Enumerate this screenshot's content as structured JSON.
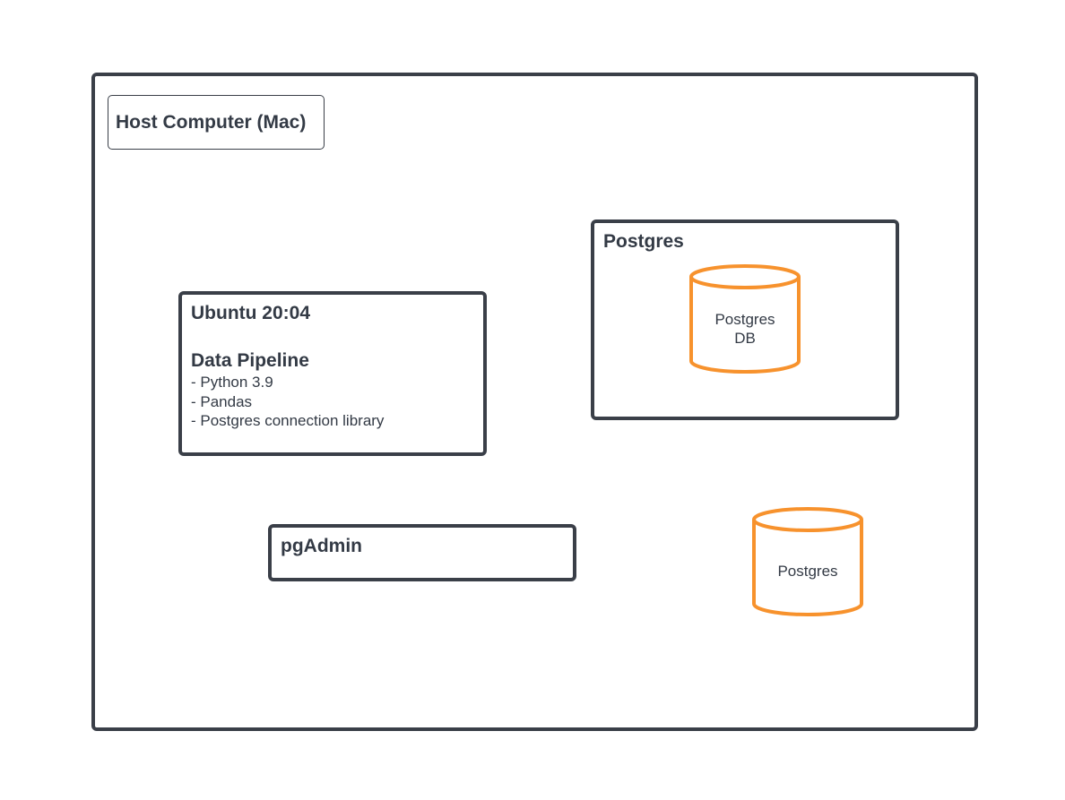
{
  "host": {
    "label": "Host Computer (Mac)"
  },
  "ubuntu": {
    "title": "Ubuntu 20:04",
    "subtitle": "Data Pipeline",
    "items": [
      "- Python 3.9",
      "- Pandas",
      "- Postgres connection library"
    ]
  },
  "postgres_container": {
    "title": "Postgres",
    "db_label_line1": "Postgres",
    "db_label_line2": "DB"
  },
  "pgadmin": {
    "title": "pgAdmin"
  },
  "postgres_standalone": {
    "label": "Postgres"
  },
  "colors": {
    "border": "#3a3f48",
    "text": "#333a45",
    "accent": "#f7922d"
  }
}
